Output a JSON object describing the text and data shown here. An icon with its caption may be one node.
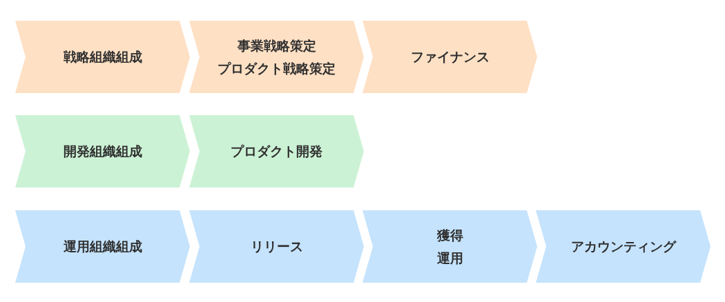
{
  "diagram": {
    "nodes": [
      {
        "text": [
          "戦略組織組成"
        ]
      },
      {
        "text": [
          "事業戦略策定",
          "プロダクト戦略策定"
        ]
      },
      {
        "text": [
          "ファイナンス"
        ]
      },
      {
        "text": [
          "開発組織組成"
        ]
      },
      {
        "text": [
          "プロダクト開発"
        ]
      },
      {
        "text": [
          "運用組織組成"
        ]
      },
      {
        "text": [
          "リリース"
        ]
      },
      {
        "text": [
          "獲得",
          "運用"
        ]
      },
      {
        "text": [
          "アカウンティング"
        ]
      }
    ]
  }
}
